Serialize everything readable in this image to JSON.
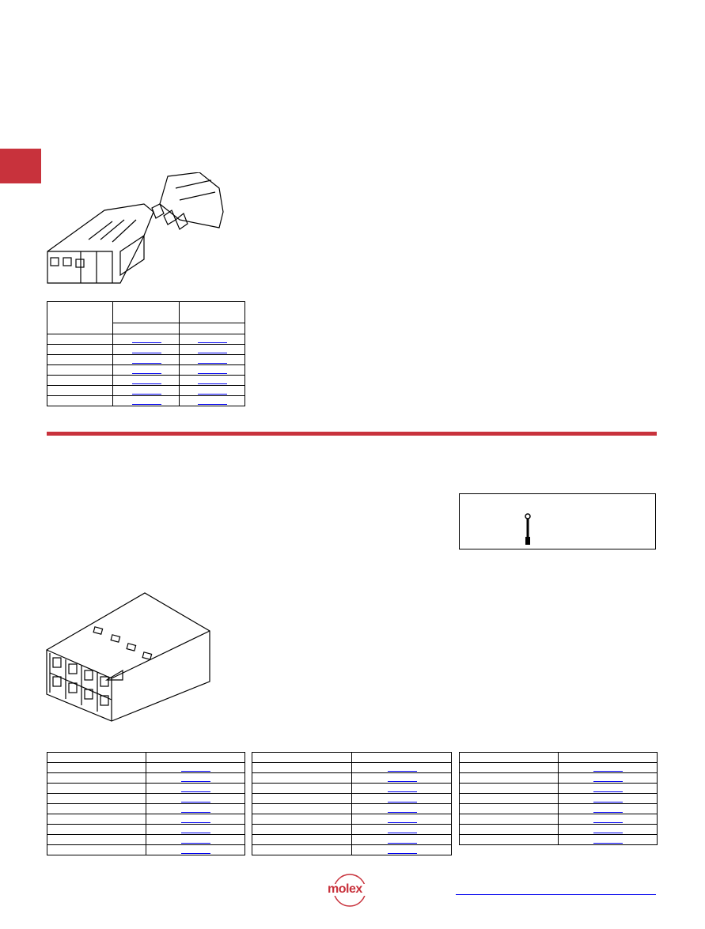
{
  "brand": {
    "logo_text": "molex",
    "accent_color": "#c8323c",
    "link_color": "#0000ee"
  },
  "tables": {
    "top": {
      "link_rows": 7
    },
    "bottom_left": {
      "link_rows": 9
    },
    "bottom_middle": {
      "link_rows": 9
    },
    "bottom_right": {
      "link_rows": 8
    }
  }
}
